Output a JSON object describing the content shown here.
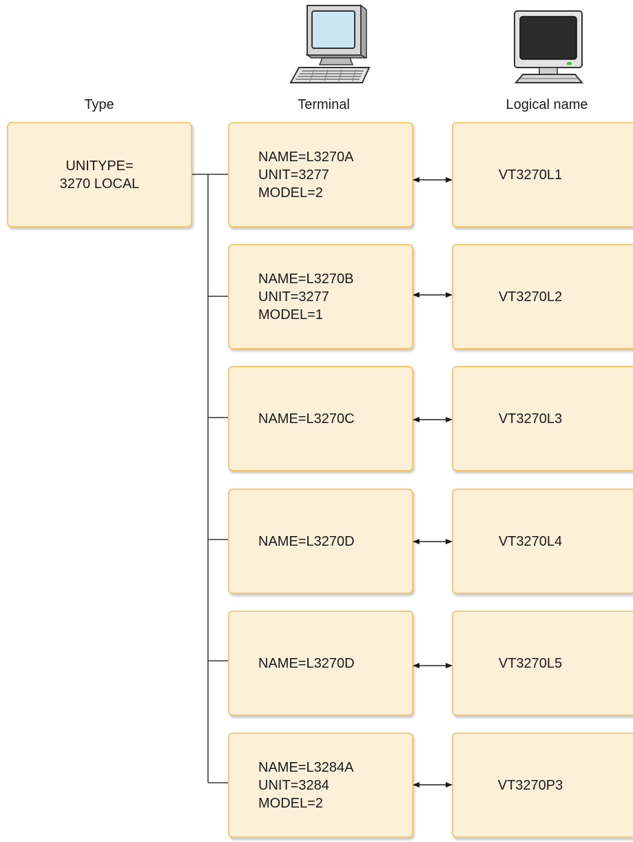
{
  "headers": {
    "type": "Type",
    "terminal": "Terminal",
    "logical": "Logical name"
  },
  "unit_type": {
    "line1": "UNITYPE=",
    "line2": "3270 LOCAL"
  },
  "rows": [
    {
      "terminal": [
        "NAME=L3270A",
        "UNIT=3277",
        "MODEL=2"
      ],
      "logical": "VT3270L1"
    },
    {
      "terminal": [
        "NAME=L3270B",
        "UNIT=3277",
        "MODEL=1"
      ],
      "logical": "VT3270L2"
    },
    {
      "terminal": [
        "NAME=L3270C"
      ],
      "logical": "VT3270L3"
    },
    {
      "terminal": [
        "NAME=L3270D"
      ],
      "logical": "VT3270L4"
    },
    {
      "terminal": [
        "NAME=L3270D"
      ],
      "logical": "VT3270L5"
    },
    {
      "terminal": [
        "NAME=L3284A",
        "UNIT=3284",
        "MODEL=2"
      ],
      "logical": "VT3270P3"
    }
  ],
  "icons": {
    "terminal": "computer-terminal-icon",
    "logical": "monitor-icon"
  },
  "colors": {
    "box_fill": "#fdf0d8",
    "box_border": "#f3c978",
    "terminal_screen": "#c9e6f5",
    "logical_screen": "#2b2b2b",
    "power_led": "#3ec43e"
  }
}
